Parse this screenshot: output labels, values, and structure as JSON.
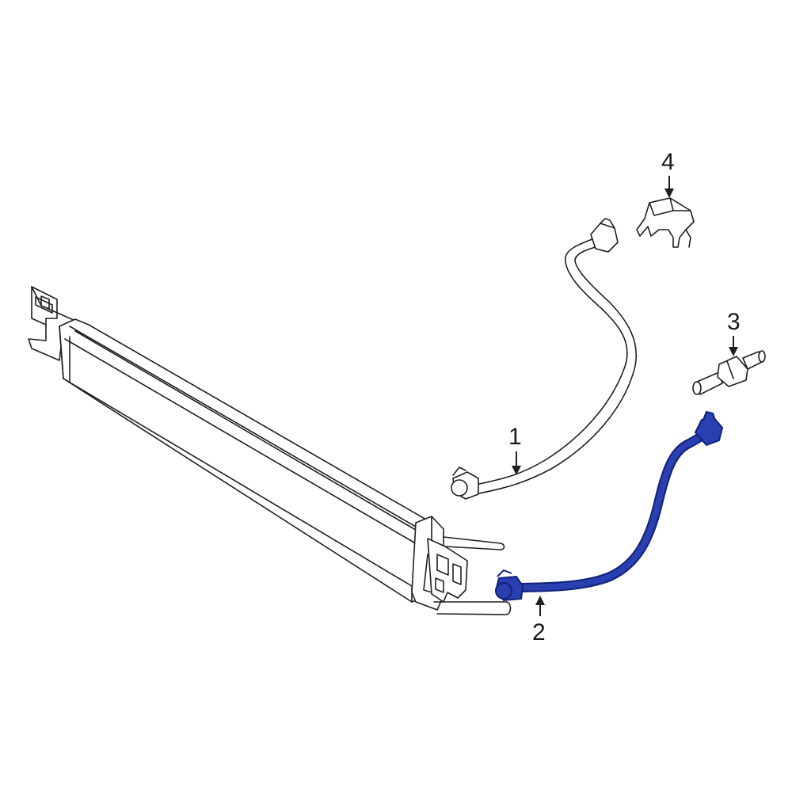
{
  "diagram": {
    "colors": {
      "line": "#1f1f1f",
      "background": "#ffffff",
      "highlight_fill": "#2a3fb0",
      "highlight_stroke": "#10207a"
    },
    "callouts": [
      {
        "id": "1",
        "label": "1",
        "part": "upper-cooler-line"
      },
      {
        "id": "2",
        "label": "2",
        "part": "lower-cooler-line"
      },
      {
        "id": "3",
        "label": "3",
        "part": "connector-fitting"
      },
      {
        "id": "4",
        "label": "4",
        "part": "retaining-clip"
      }
    ],
    "highlighted_part": "2"
  }
}
